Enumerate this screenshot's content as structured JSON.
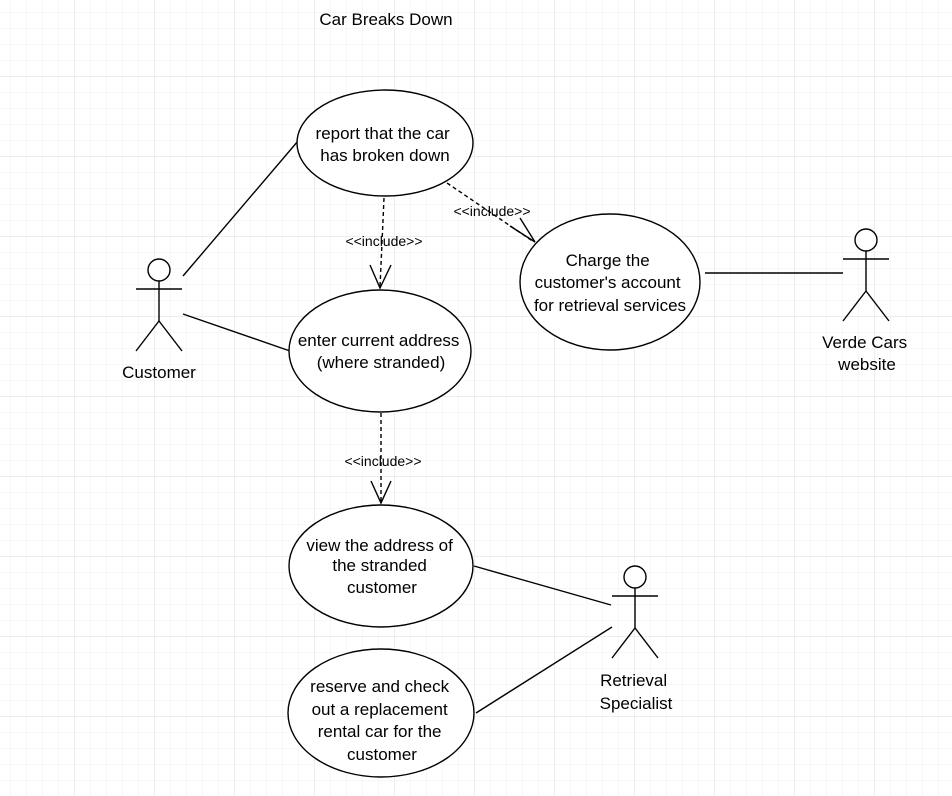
{
  "diagram": {
    "title": "Car Breaks Down",
    "actors": {
      "customer": {
        "lines": [
          "Customer"
        ]
      },
      "verde": {
        "lines": [
          "Verde Cars",
          "website"
        ]
      },
      "specialist": {
        "lines": [
          "Retrieval",
          "Specialist"
        ]
      }
    },
    "use_cases": {
      "report": {
        "lines": [
          "report that the car",
          "has broken down"
        ]
      },
      "charge": {
        "lines": [
          "Charge the",
          "customer's account",
          "for retrieval services"
        ]
      },
      "enter": {
        "lines": [
          "enter current address",
          "(where stranded)"
        ]
      },
      "view": {
        "lines": [
          "view the address of",
          "the stranded",
          "customer"
        ]
      },
      "reserve": {
        "lines": [
          "reserve and check",
          "out a replacement",
          "rental car for the",
          "customer"
        ]
      }
    },
    "relations": {
      "include_1": "<<include>>",
      "include_2": "<<include>>",
      "include_3": "<<include>>"
    }
  }
}
